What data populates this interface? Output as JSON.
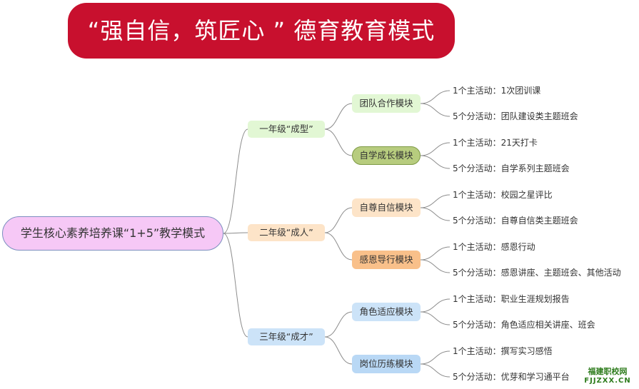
{
  "banner": {
    "title": "“强自信，筑匠心 ” 德育教育模式"
  },
  "root": {
    "label": "学生核心素养培养课“1+5”教学模式"
  },
  "grades": [
    {
      "label": "一年级“成型”",
      "modules": [
        {
          "label": "团队合作模块",
          "items": [
            "1个主活动：1次团训课",
            "5个分活动：团队建设类主题班会"
          ]
        },
        {
          "label": "自学成长模块",
          "items": [
            "1个主活动：21天打卡",
            "5个分活动：自学系列主题班会"
          ]
        }
      ]
    },
    {
      "label": "二年级“成人”",
      "modules": [
        {
          "label": "自尊自信模块",
          "items": [
            "1个主活动：校园之星评比",
            "5个分活动：自尊自信类主题班会"
          ]
        },
        {
          "label": "感恩导行模块",
          "items": [
            "1个主活动：感恩行动",
            "5个分活动：感恩讲座、主题班会、其他活动"
          ]
        }
      ]
    },
    {
      "label": "三年级“成才”",
      "modules": [
        {
          "label": "角色适应模块",
          "items": [
            "1个主活动：职业生涯规划报告",
            "5个分活动：角色适应相关讲座、班会"
          ]
        },
        {
          "label": "岗位历练模块",
          "items": [
            "1个主活动：撰写实习感悟",
            "5个分活动：优芽和学习通平台"
          ]
        }
      ]
    }
  ],
  "watermark": {
    "line1": "福建职校网",
    "line2": "FJJZXX.CN"
  },
  "colors": {
    "banner": "#c8102e",
    "connector": "#8c8c8c"
  }
}
